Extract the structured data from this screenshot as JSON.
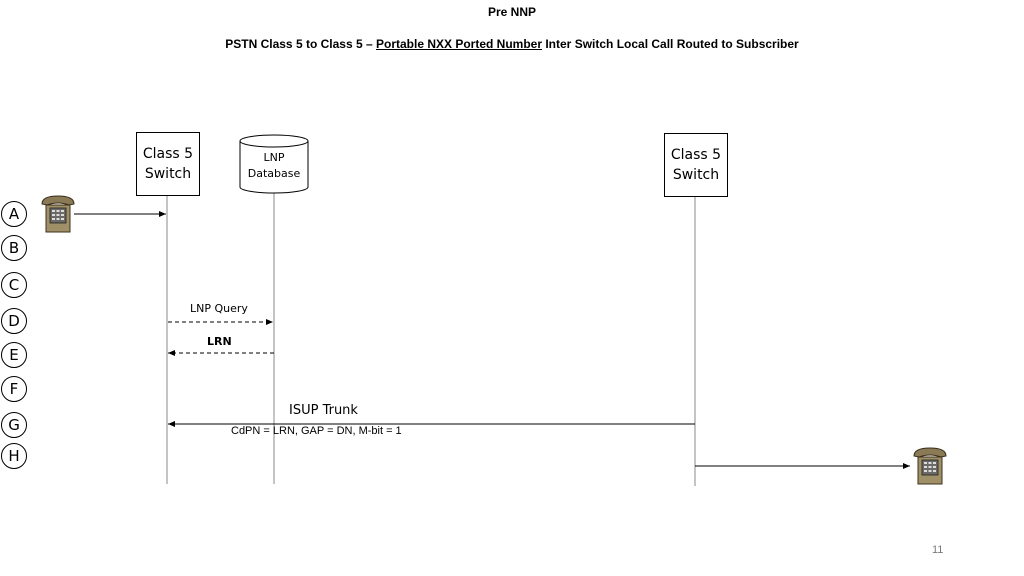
{
  "title": "Pre NNP",
  "subtitle": {
    "prefix": "PSTN Class 5 to Class 5 – ",
    "underlined": "Portable NXX Ported Number",
    "suffix": " Inter Switch Local Call Routed to Subscriber"
  },
  "nodes": {
    "left_switch": {
      "line1": "Class 5",
      "line2": "Switch"
    },
    "lnp_db": {
      "line1": "LNP",
      "line2": "Database"
    },
    "right_switch": {
      "line1": "Class 5",
      "line2": "Switch"
    }
  },
  "steps": [
    "A",
    "B",
    "C",
    "D",
    "E",
    "F",
    "G",
    "H"
  ],
  "messages": {
    "lnp_query": "LNP Query",
    "lrn": "LRN",
    "isup_trunk": "ISUP Trunk",
    "isup_params": "CdPN = LRN, GAP = DN, M-bit = 1"
  },
  "icons": {
    "caller": "telephone-icon",
    "callee": "telephone-icon"
  },
  "page_number": "11"
}
